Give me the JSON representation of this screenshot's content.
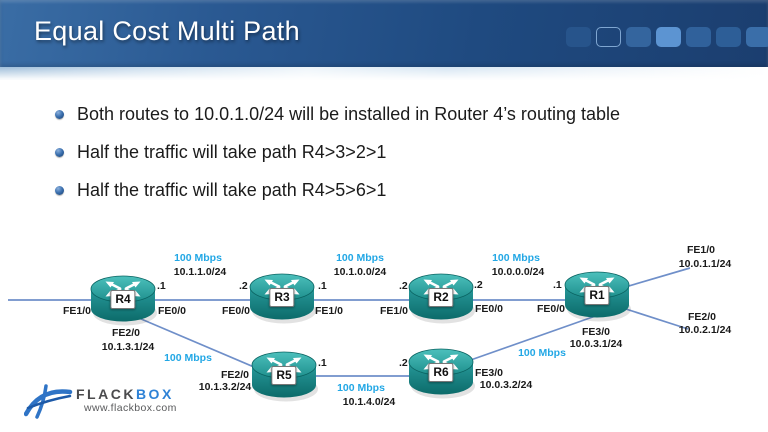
{
  "colors": {
    "header_gradient_start": "#3a6da5",
    "header_gradient_end": "#1b3e6f",
    "accent_cyan": "#22a7e5",
    "label_text": "#1a1a1a",
    "link_line": "#6f8fc9",
    "bullet_sphere": "#3a6fae",
    "logo_blue": "#2e82d6",
    "logo_gray": "#4b4b4d"
  },
  "header": {
    "title": "Equal Cost Multi Path",
    "squares": [
      {
        "type": "filled",
        "color": "#27548b"
      },
      {
        "type": "outline",
        "color": "#7fa6d1"
      },
      {
        "type": "filled",
        "color": "#34659e"
      },
      {
        "type": "filled",
        "color": "#5c94d2"
      },
      {
        "type": "filled",
        "color": "#30619b"
      },
      {
        "type": "filled",
        "color": "#2d5e97"
      },
      {
        "type": "filled",
        "color": "#3a6ea9"
      }
    ]
  },
  "bullets": [
    "Both routes to 10.0.1.0/24 will be installed in Router 4’s routing table",
    "Half the traffic will take path R4>3>2>1",
    "Half the traffic will take path R4>5>6>1"
  ],
  "diagram": {
    "routers": [
      {
        "name": "R4"
      },
      {
        "name": "R3"
      },
      {
        "name": "R2"
      },
      {
        "name": "R1"
      },
      {
        "name": "R5"
      },
      {
        "name": "R6"
      }
    ],
    "labels": {
      "wan_if": "FE1/0",
      "l1_speed": "100 Mbps",
      "l1_subnet": "10.1.1.0/24",
      "l1_a_ip": ".1",
      "l1_a_if": "FE0/0",
      "l1_b_ip": ".2",
      "l1_b_if": "FE0/0",
      "l2_speed": "100 Mbps",
      "l2_subnet": "10.1.0.0/24",
      "l2_a_ip": ".1",
      "l2_a_if": "FE1/0",
      "l2_b_ip": ".2",
      "l2_b_if": "FE1/0",
      "l3_speed": "100 Mbps",
      "l3_subnet": "10.0.0.0/24",
      "l3_a_ip": ".2",
      "l3_a_if": "FE0/0",
      "l3_b_ip": ".1",
      "l3_b_if": "FE0/0",
      "r1_fe1_if": "FE1/0",
      "r1_fe1_ip": "10.0.1.1/24",
      "r1_fe2_if": "FE2/0",
      "r1_fe2_ip": "10.0.2.1/24",
      "r1_fe3_if": "FE3/0",
      "r1_fe3_ip": "10.0.3.1/24",
      "l4_speed": "100 Mbps",
      "l4_a_if": "FE2/0",
      "l4_a_ip": "10.1.3.1/24",
      "l4_b_if": "FE2/0",
      "l4_b_ip": "10.1.3.2/24",
      "l5_speed": "100 Mbps",
      "l5_subnet": "10.1.4.0/24",
      "l5_a_ip": ".1",
      "l5_b_ip": ".2",
      "l6_speed": "100 Mbps",
      "l6_b_if": "FE3/0",
      "l6_b_ip": "10.0.3.2/24"
    }
  },
  "logo": {
    "brand_primary": "FLACK",
    "brand_accent": "BOX",
    "website": "www.flackbox.com"
  }
}
